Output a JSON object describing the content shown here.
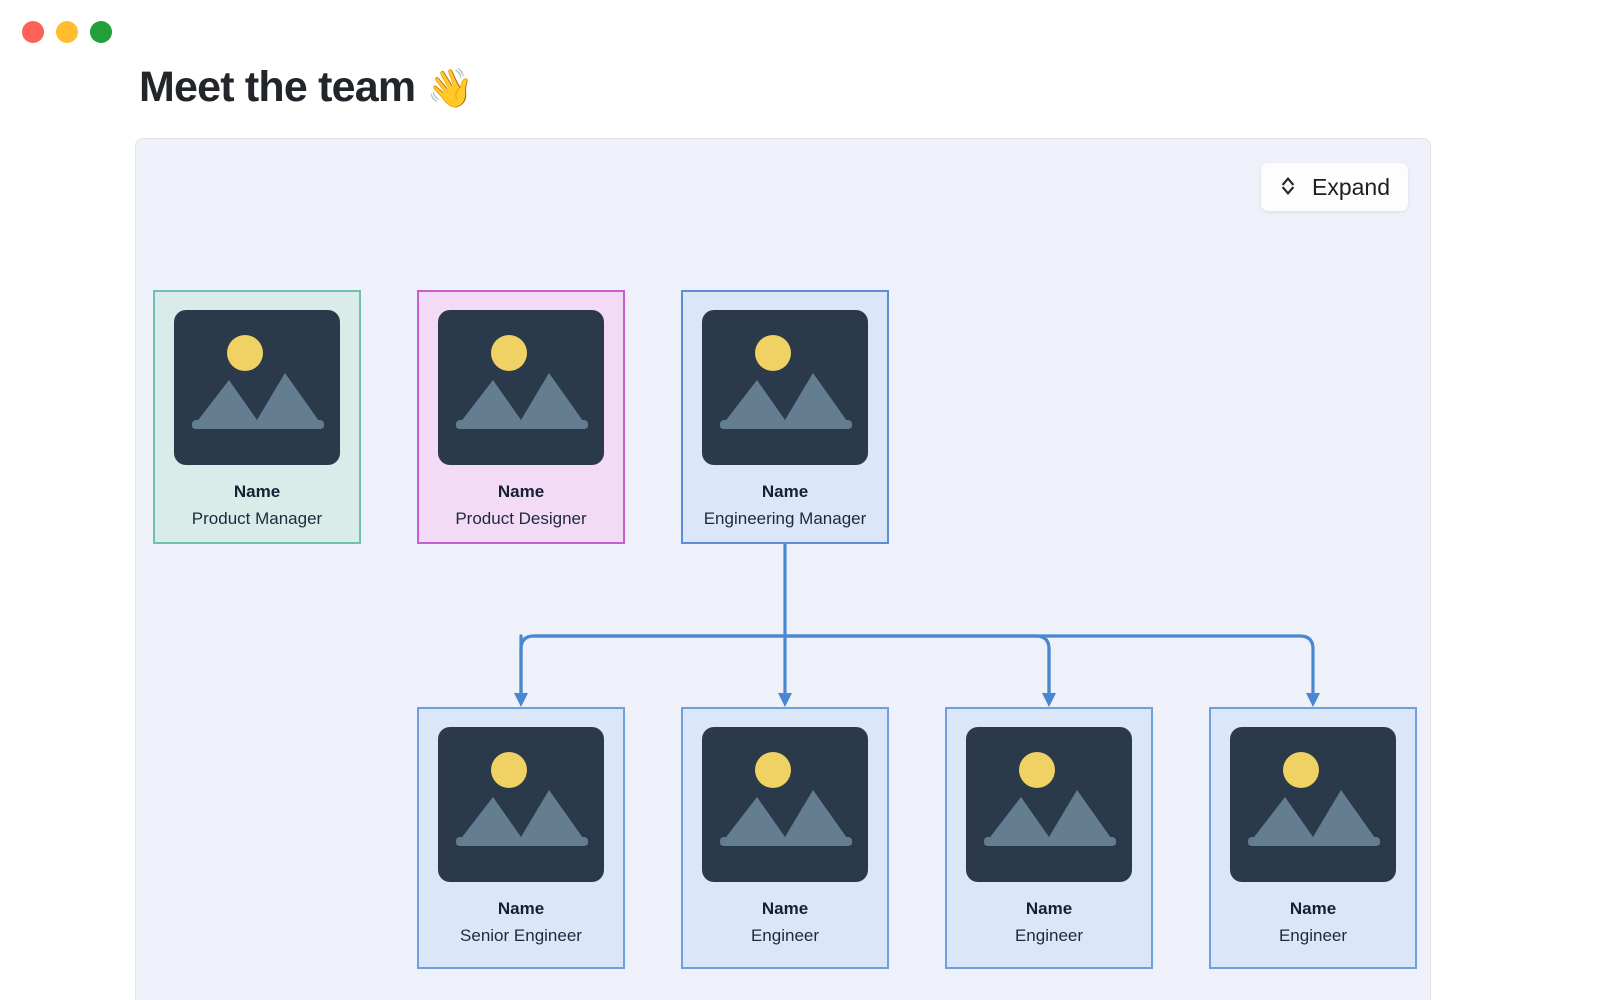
{
  "window": {
    "traffic_lights": [
      {
        "name": "close",
        "color": "#ff6058"
      },
      {
        "name": "minimize",
        "color": "#ffbd2e"
      },
      {
        "name": "maximize",
        "color": "#21a03a"
      }
    ]
  },
  "header": {
    "title": "Meet the team",
    "emoji": "👋"
  },
  "toolbar": {
    "expand_label": "Expand",
    "expand_icon": "chevron-expand-icon"
  },
  "theme": {
    "canvas_bg": "#eef1f9",
    "canvas_border": "#e2e3e8",
    "connector": "#4a87d0",
    "thumb_bg": "#2b3a4a",
    "thumb_sun": "#f0d264",
    "thumb_mountain": "#647d90",
    "teal_border": "#6ec0b2",
    "teal_fill": "#d9ecea",
    "pink_border": "#c55fd2",
    "pink_fill": "#f3daf6",
    "blue_border": "#5b8ed6",
    "blue_fill": "#dbe7f8"
  },
  "org_chart": {
    "top_row": [
      {
        "id": "pm",
        "name": "Name",
        "role": "Product Manager",
        "accent": "teal",
        "avatar_icon": "image-placeholder-icon"
      },
      {
        "id": "pd",
        "name": "Name",
        "role": "Product Designer",
        "accent": "pink",
        "avatar_icon": "image-placeholder-icon"
      },
      {
        "id": "em",
        "name": "Name",
        "role": "Engineering Manager",
        "accent": "blue",
        "avatar_icon": "image-placeholder-icon"
      }
    ],
    "bottom_row": [
      {
        "id": "se",
        "name": "Name",
        "role": "Senior Engineer",
        "accent": "blue",
        "avatar_icon": "image-placeholder-icon"
      },
      {
        "id": "e1",
        "name": "Name",
        "role": "Engineer",
        "accent": "blue",
        "avatar_icon": "image-placeholder-icon"
      },
      {
        "id": "e2",
        "name": "Name",
        "role": "Engineer",
        "accent": "blue",
        "avatar_icon": "image-placeholder-icon"
      },
      {
        "id": "e3",
        "name": "Name",
        "role": "Engineer",
        "accent": "blue",
        "avatar_icon": "image-placeholder-icon"
      }
    ],
    "edges": [
      {
        "from": "em",
        "to": "se"
      },
      {
        "from": "em",
        "to": "e1"
      },
      {
        "from": "em",
        "to": "e2"
      },
      {
        "from": "em",
        "to": "e3"
      }
    ]
  }
}
